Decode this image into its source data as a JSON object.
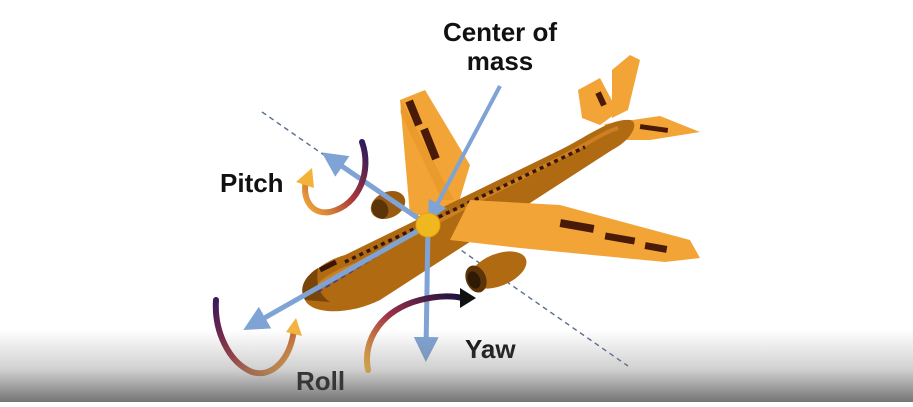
{
  "labels": {
    "center_of_mass_line1": "Center of",
    "center_of_mass_line2": "mass",
    "pitch": "Pitch",
    "roll": "Roll",
    "yaw": "Yaw"
  },
  "colors": {
    "fuselage": "#b06a12",
    "wing": "#f2a536",
    "window": "#3a1606",
    "axis_arrow": "#7fa3d4",
    "center_of_mass": "#f0b81f",
    "dashed_axis": "#5a6f90"
  },
  "icons": {
    "airplane": "airplane-icon",
    "pitch_rotation": "curved-arrow-icon",
    "roll_rotation": "curved-arrow-icon",
    "yaw_rotation": "curved-arrow-icon"
  }
}
